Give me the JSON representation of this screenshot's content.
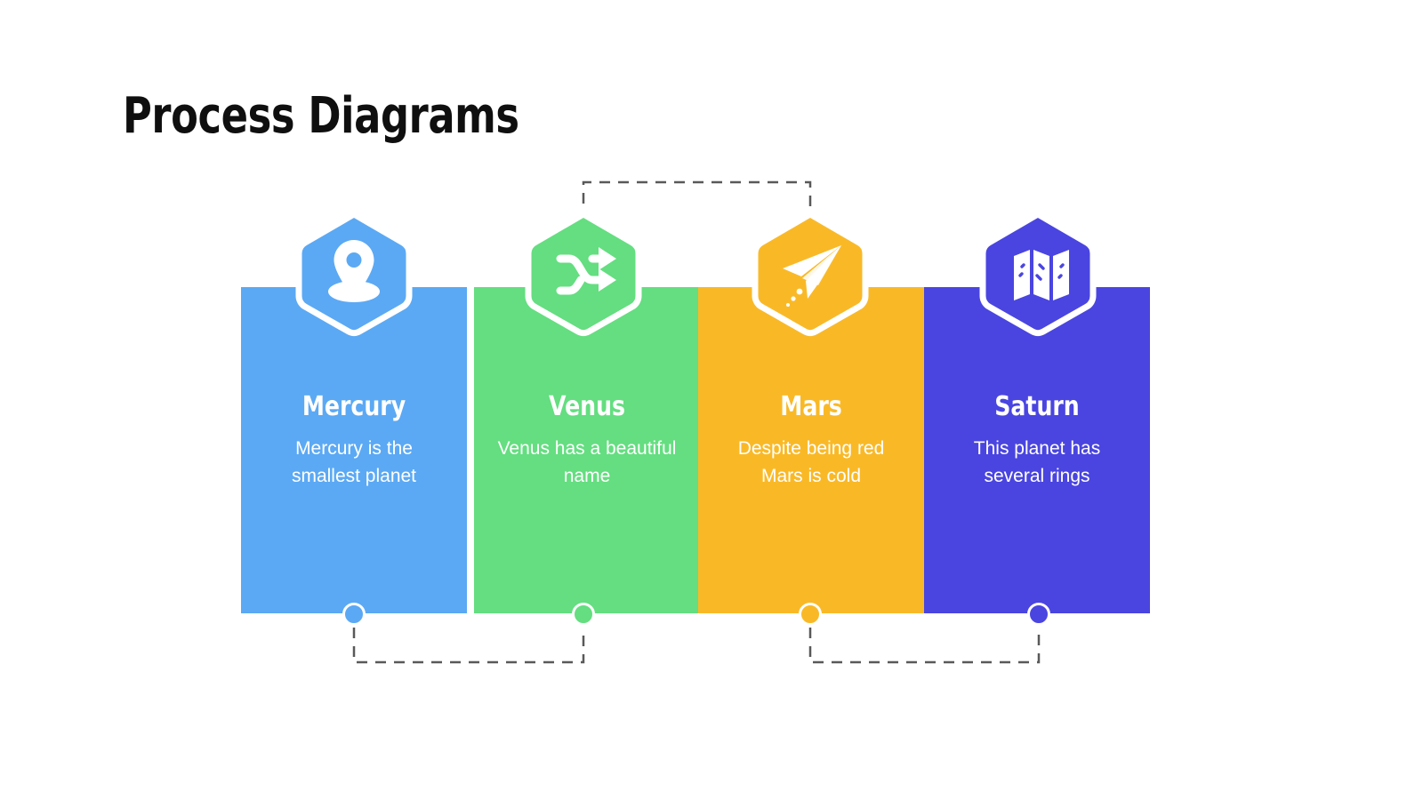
{
  "slide": {
    "title": "Process Diagrams",
    "background_color": "#FFFFFF",
    "title_color": "#0F0F0F"
  },
  "palette": {
    "blue": "#5BA9F4",
    "green": "#64DE80",
    "amber": "#F9B927",
    "indigo": "#4A45E0",
    "connector": "#595959",
    "text_on_card": "#FFFFFF"
  },
  "steps": [
    {
      "id": "mercury",
      "title": "Mercury",
      "description": "Mercury is the smallest planet",
      "color": "#5BA9F4",
      "icon": "location-pin-icon"
    },
    {
      "id": "venus",
      "title": "Venus",
      "description": "Venus has a beautiful name",
      "color": "#64DE80",
      "icon": "shuffle-icon"
    },
    {
      "id": "mars",
      "title": "Mars",
      "description": "Despite being red Mars is cold",
      "color": "#F9B927",
      "icon": "paper-plane-icon"
    },
    {
      "id": "saturn",
      "title": "Saturn",
      "description": "This planet has several rings",
      "color": "#4A45E0",
      "icon": "folded-map-icon"
    }
  ],
  "connectors": [
    {
      "id": "top-venus-mars",
      "from": "venus",
      "to": "mars",
      "position": "above",
      "style": "dashed"
    },
    {
      "id": "bottom-mercury-venus",
      "from": "mercury",
      "to": "venus",
      "position": "below",
      "style": "dashed"
    },
    {
      "id": "bottom-mars-saturn",
      "from": "mars",
      "to": "saturn",
      "position": "below",
      "style": "dashed"
    }
  ]
}
